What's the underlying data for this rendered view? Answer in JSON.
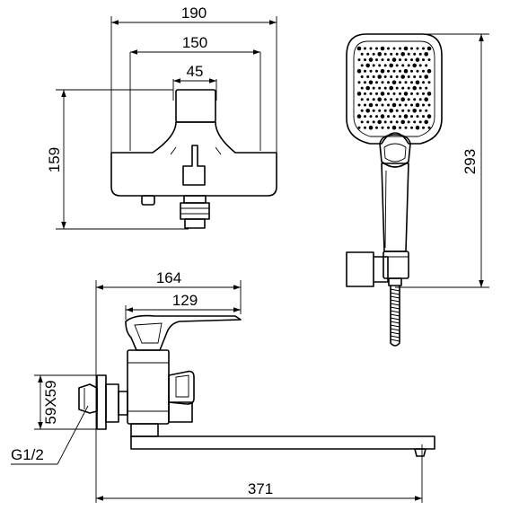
{
  "drawing": {
    "top_view": {
      "overall_width": "190",
      "inner_width": "150",
      "center_width": "45",
      "height": "159"
    },
    "hand_shower": {
      "length": "293"
    },
    "side_view": {
      "body_reach": "164",
      "lever_length": "129",
      "mount_size": "59X59",
      "thread": "G1/2",
      "spout_reach": "371"
    }
  }
}
